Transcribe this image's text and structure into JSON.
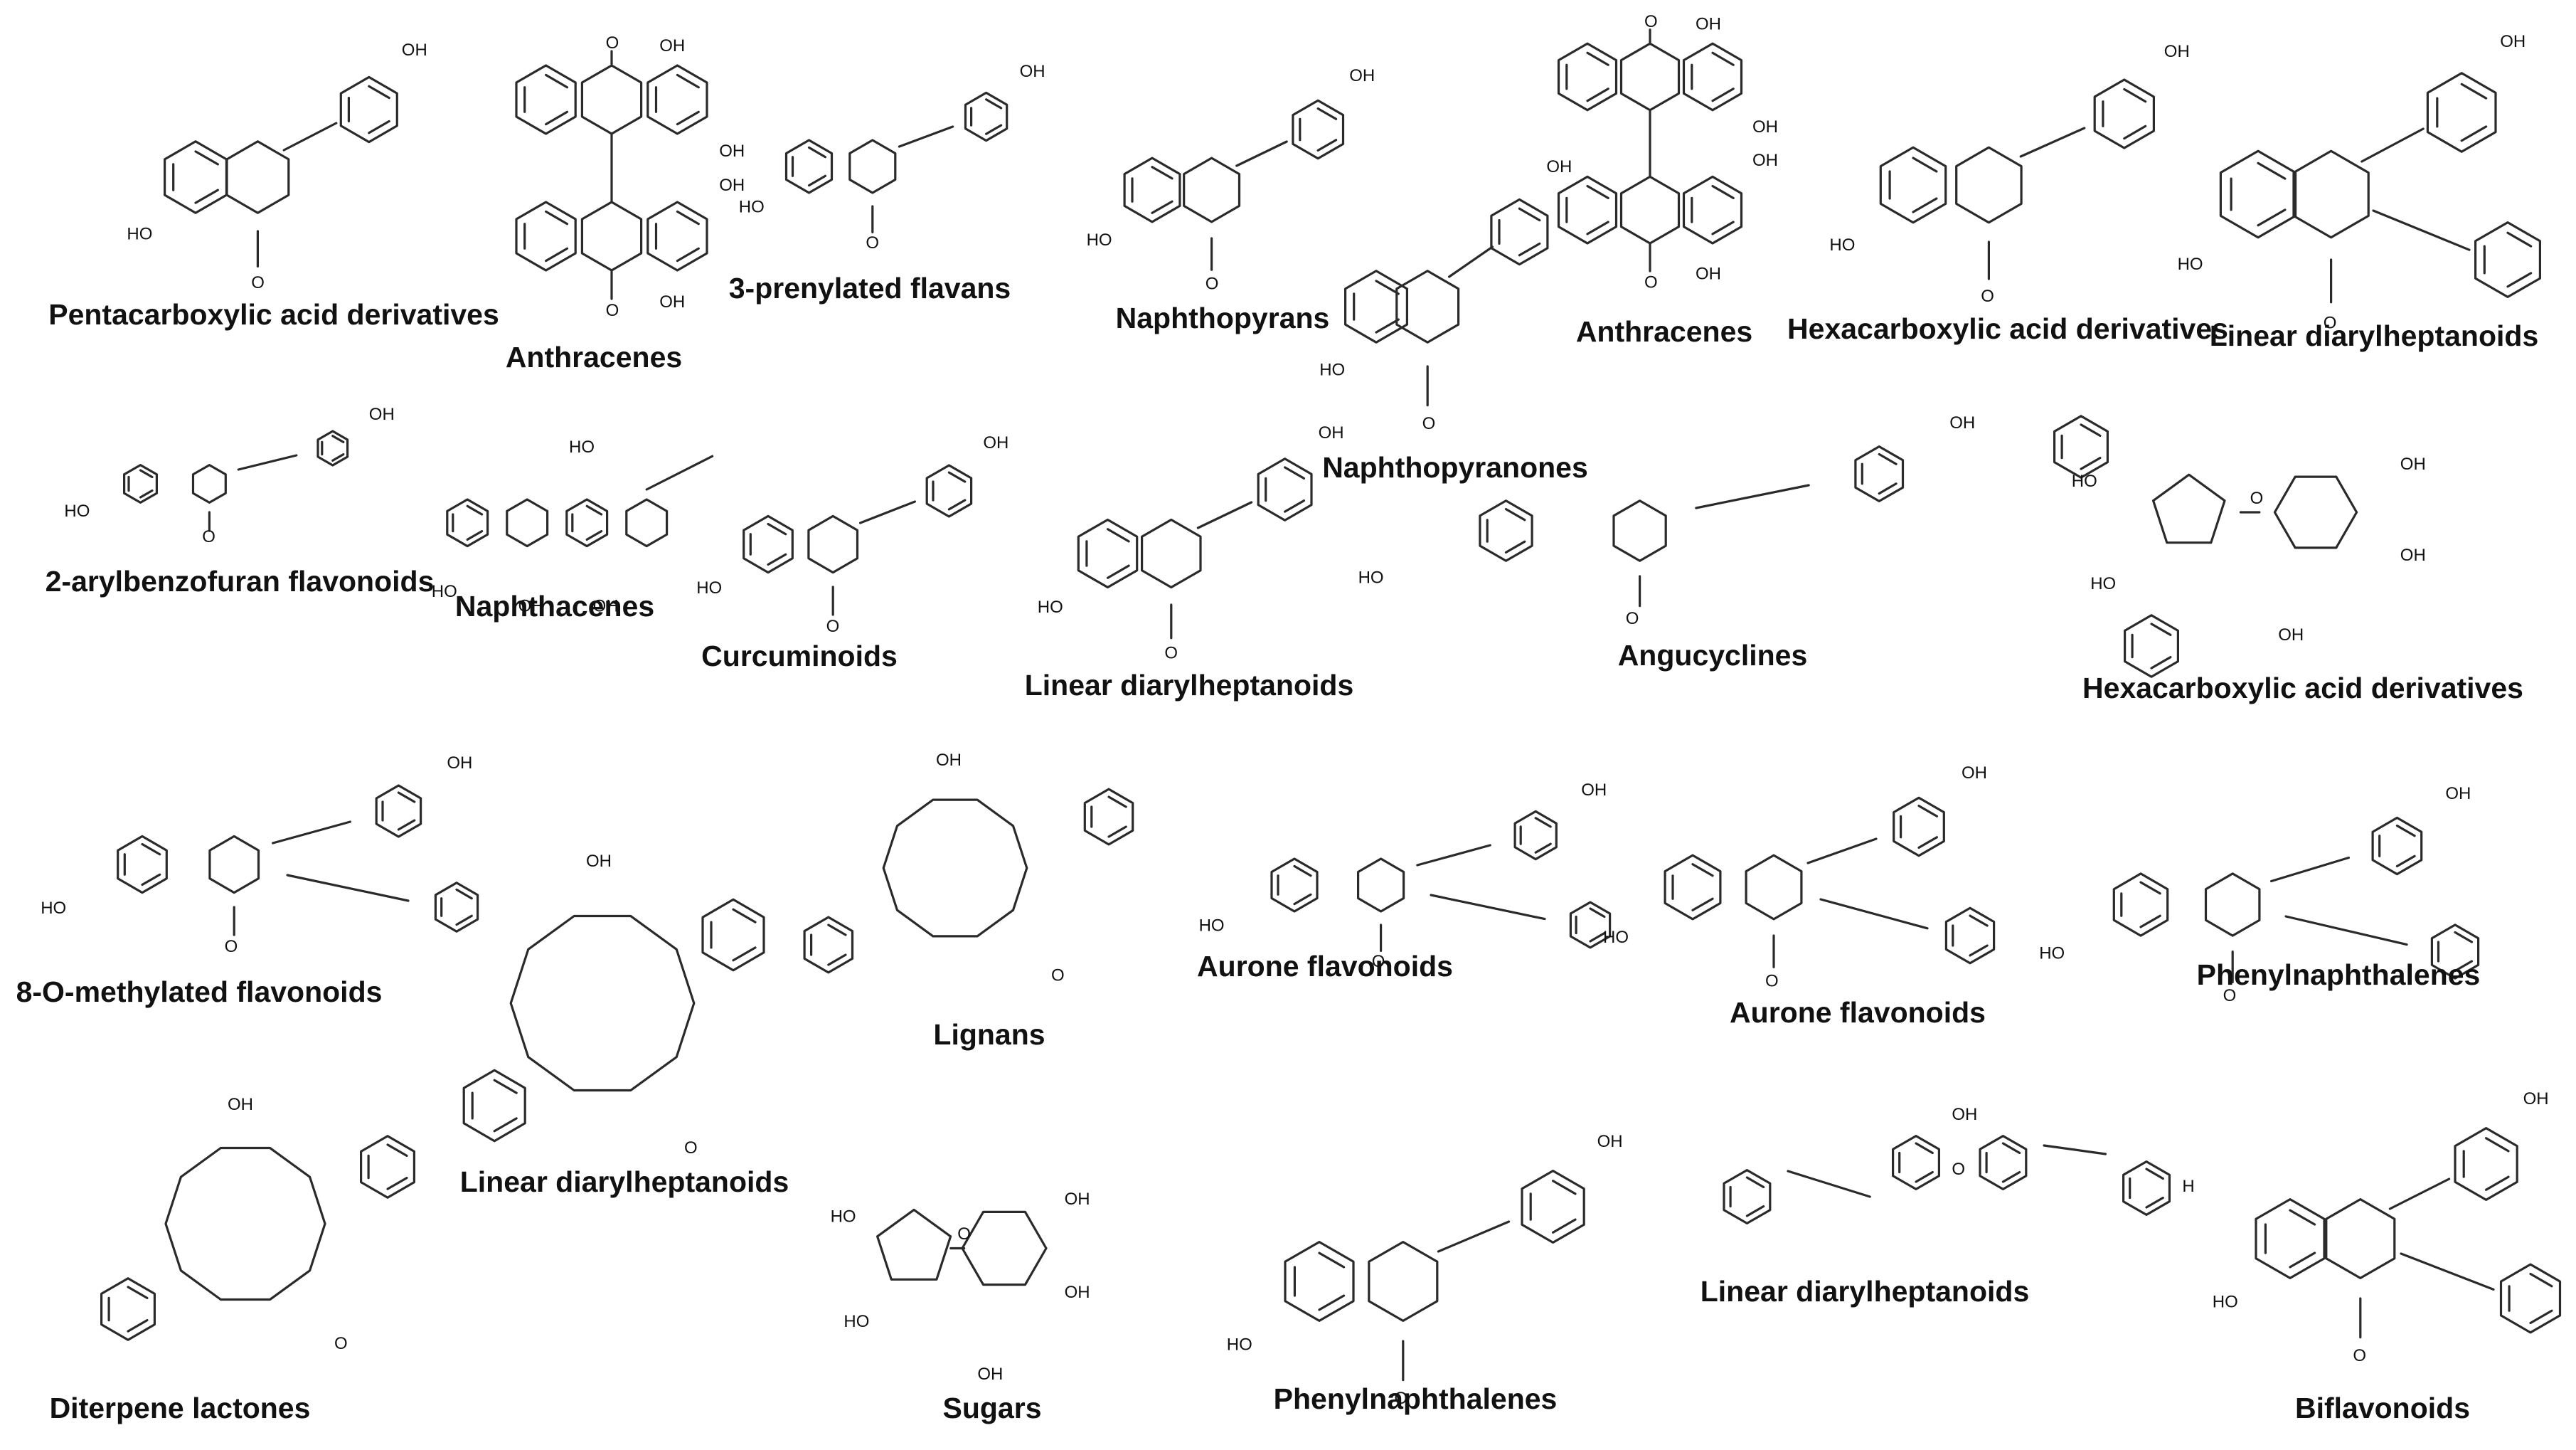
{
  "compound_classes": [
    {
      "id": "c1",
      "label": "Pentacarboxylic acid derivatives"
    },
    {
      "id": "c2",
      "label": "Anthracenes"
    },
    {
      "id": "c3",
      "label": "3-prenylated flavans"
    },
    {
      "id": "c4",
      "label": "Naphthopyrans"
    },
    {
      "id": "c5",
      "label": "Naphthopyranones"
    },
    {
      "id": "c6",
      "label": "Anthracenes"
    },
    {
      "id": "c7",
      "label": "Hexacarboxylic acid derivatives"
    },
    {
      "id": "c8",
      "label": "Linear diarylheptanoids"
    },
    {
      "id": "c9",
      "label": "2-arylbenzofuran flavonoids"
    },
    {
      "id": "c10",
      "label": "Naphthacenes"
    },
    {
      "id": "c11",
      "label": "Curcuminoids"
    },
    {
      "id": "c12",
      "label": "Linear diarylheptanoids"
    },
    {
      "id": "c13",
      "label": "Angucyclines"
    },
    {
      "id": "c14",
      "label": "Hexacarboxylic acid derivatives"
    },
    {
      "id": "c15",
      "label": "8-O-methylated flavonoids"
    },
    {
      "id": "c16",
      "label": "Linear diarylheptanoids"
    },
    {
      "id": "c17",
      "label": "Lignans"
    },
    {
      "id": "c18",
      "label": "Aurone flavonoids"
    },
    {
      "id": "c19",
      "label": "Aurone flavonoids"
    },
    {
      "id": "c20",
      "label": "Phenylnaphthalenes"
    },
    {
      "id": "c21",
      "label": "Diterpene lactones"
    },
    {
      "id": "c22",
      "label": "Sugars"
    },
    {
      "id": "c23",
      "label": "Phenylnaphthalenes"
    },
    {
      "id": "c24",
      "label": "Linear diarylheptanoids"
    },
    {
      "id": "c25",
      "label": "Biflavonoids"
    }
  ],
  "atom_labels": {
    "oh": "OH",
    "ho": "HO",
    "o": "O",
    "h": "H"
  }
}
